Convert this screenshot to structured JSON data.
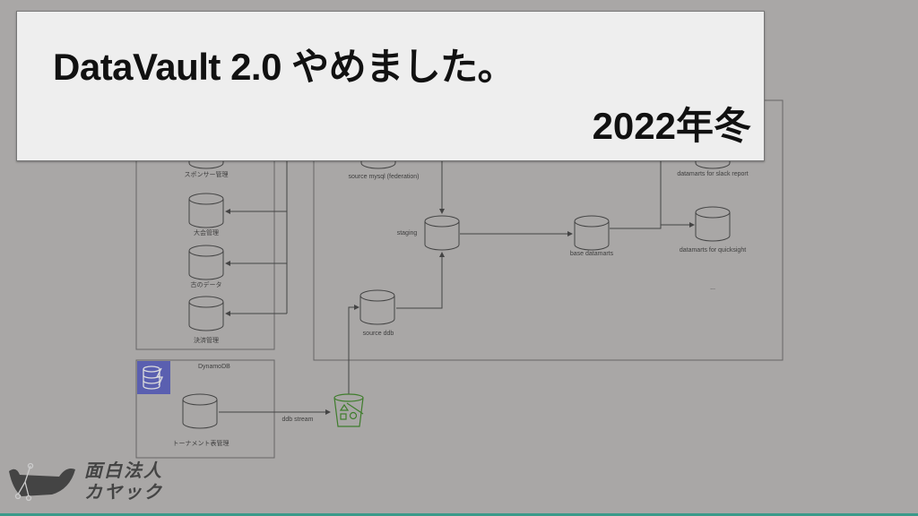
{
  "slide": {
    "title": "DataVault 2.0 やめました。",
    "subtitle": "2022年冬"
  },
  "diagram": {
    "left_group": [
      "スポンサー管理",
      "大会管理",
      "古のデータ",
      "決済管理"
    ],
    "dynamodb_group": {
      "label": "DynamoDB",
      "table": "トーナメント表管理"
    },
    "edge_ddb_stream": "ddb stream",
    "sources": {
      "mysql": "source mysql (federation)",
      "ddb": "source ddb"
    },
    "staging": "staging",
    "base_datamarts": "base datamarts",
    "datamarts": [
      "datamarts for slack report",
      "datamarts for quicksight",
      "..."
    ]
  },
  "logo": {
    "line1": "面白法人",
    "line2": "カヤック"
  },
  "colors": {
    "background": "#a9a7a6",
    "title_box": "#eeeeee",
    "bucket": "#3f7d2c",
    "dynamodb": "#5a5fb0",
    "bottom_bar": "#3a9a8a"
  }
}
